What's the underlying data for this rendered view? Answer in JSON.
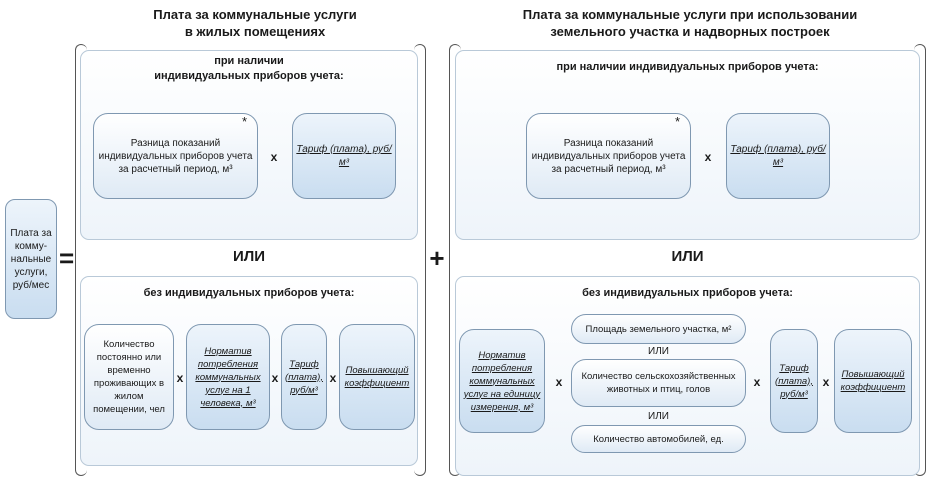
{
  "left": {
    "title": "Плата за коммунальные услуги\nв жилых помещениях",
    "top": {
      "heading": "при наличии\nиндивидуальных приборов учета:",
      "reading_diff": "Разница показаний индивидуальных приборов учета за расчетный период, м³",
      "star": "*",
      "tariff": "Тариф (плата), руб/м³"
    },
    "or_label": "ИЛИ",
    "bottom": {
      "heading": "без индивидуальных приборов учета:",
      "residents": "Количество постоянно или временно проживающих в жилом помещении, чел",
      "norm": "Норматив потребления коммунальных услуг на 1 человека, м³",
      "tariff": "Тариф (плата), руб/м³",
      "coef": "Повышающий коэффициент"
    }
  },
  "right": {
    "title": "Плата за коммунальные услуги при использовании\nземельного участка и надворных построек",
    "top": {
      "heading": "при наличии индивидуальных приборов учета:",
      "reading_diff": "Разница показаний индивидуальных приборов учета за расчетный период, м³",
      "star": "*",
      "tariff": "Тариф (плата), руб/м³"
    },
    "or_label": "ИЛИ",
    "bottom": {
      "heading": "без индивидуальных приборов учета:",
      "norm": "Норматив потребления коммунальных услуг на единицу измерения, м³",
      "area": "Площадь земельного участка, м²",
      "or_small_1": "ИЛИ",
      "animals": "Количество сельскохозяйственных животных и птиц, голов",
      "or_small_2": "ИЛИ",
      "cars": "Количество автомобилей, ед.",
      "tariff": "Тариф (плата), руб/м³",
      "coef": "Повышающий коэффициент"
    }
  },
  "payment": "Плата за комму-\nнальные услуги, руб/мес",
  "ops": {
    "equals": "=",
    "plus": "+",
    "times": "x"
  }
}
